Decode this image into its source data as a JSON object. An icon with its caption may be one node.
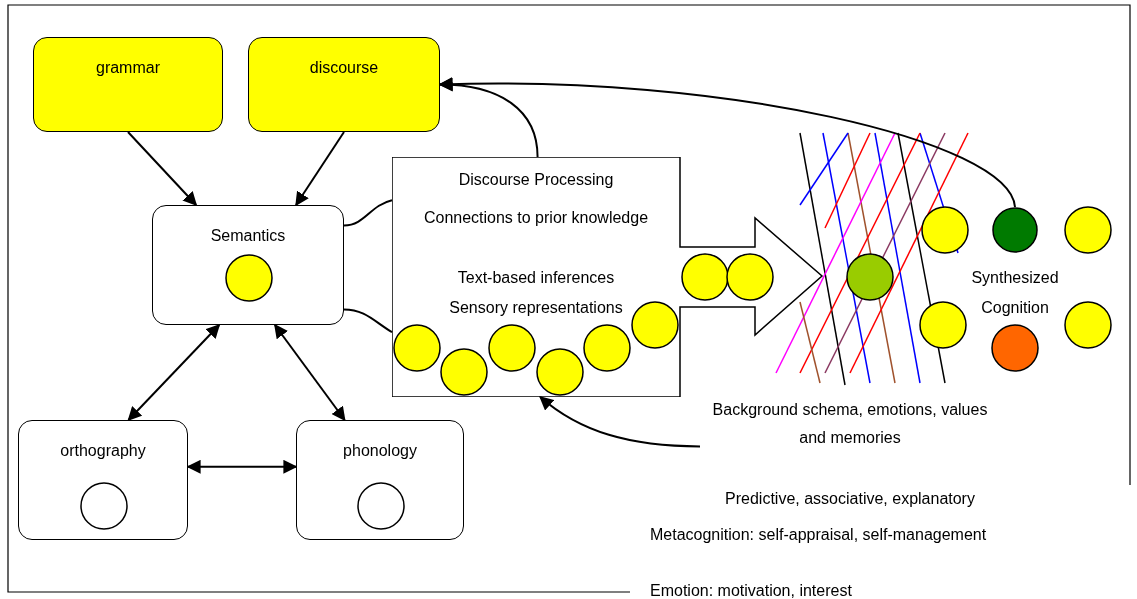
{
  "diagram": {
    "nodes": [
      {
        "text": [
          "grammar"
        ]
      },
      {
        "text": [
          "discourse"
        ]
      },
      {
        "text": [
          "Semantics"
        ]
      },
      {
        "text": [
          "orthography"
        ]
      },
      {
        "text": [
          "phonology"
        ]
      },
      {
        "text": [
          "Discourse Processing",
          "Connections to prior knowledge",
          "Text-based inferences",
          "Sensory representations"
        ]
      },
      {
        "text": [],
        "shape": "circle"
      },
      {
        "text": [
          "Background schema, emotions, values and memories"
        ]
      }
    ],
    "edges": [
      {
        "from": 0,
        "to": 2,
        "arrow": "to"
      },
      {
        "from": 1,
        "to": 2,
        "arrow": "to"
      },
      {
        "from": 2,
        "to": 3,
        "arrow": "both"
      },
      {
        "from": 2,
        "to": 4,
        "arrow": "both"
      },
      {
        "from": 3,
        "to": 4,
        "arrow": "both"
      },
      {
        "from": 2,
        "to": 5,
        "arrow": "none"
      },
      {
        "from": 2,
        "to": 5,
        "arrow": "none"
      },
      {
        "from": 5,
        "to": 1,
        "arrow": "to"
      },
      {
        "from": 6,
        "to": 1,
        "arrow": "to"
      },
      {
        "from": 7,
        "to": 5,
        "arrow": "to"
      }
    ],
    "labels": [
      "Synthesized Cognition",
      "Predictive, associative, explanatory",
      "Metacognition: self-appraisal, self-management",
      "Emotion: motivation, interest"
    ]
  }
}
